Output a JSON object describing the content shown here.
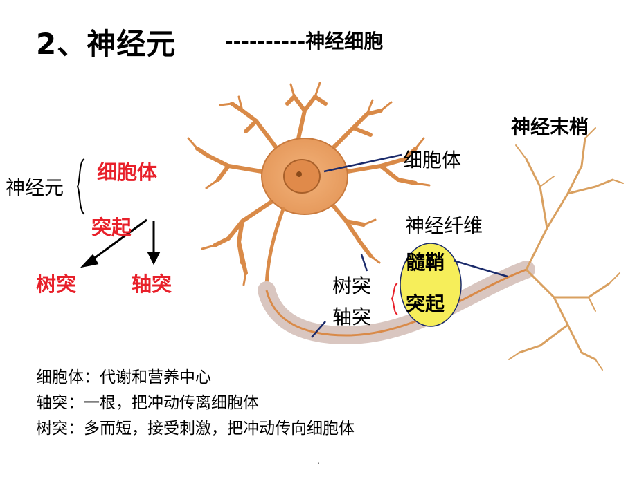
{
  "title": "2、神经元",
  "subtitle": "----------神经细胞",
  "left_tree": {
    "root": "神经元",
    "branch_top": "细胞体",
    "branch_bottom": "突起",
    "leaf_left": "树突",
    "leaf_right": "轴突"
  },
  "neuron_labels": {
    "terminal": "神经末梢",
    "cell_body": "细胞体",
    "fiber": "神经纤维",
    "myelin": "髓鞘",
    "process": "突起",
    "dendrite": "树突",
    "axon": "轴突"
  },
  "descriptions": [
    "细胞体：代谢和营养中心",
    "轴突：一根，把冲动传离细胞体",
    "树突：多而短，接受刺激，把冲动传向细胞体"
  ],
  "footer_dot": ".",
  "colors": {
    "red_text": "#e8202a",
    "neuron_fill": "#e8a060",
    "neuron_stroke": "#b86a2a",
    "sheath_fill": "#e9dcd6",
    "ellipse_fill": "#f6ee5a",
    "pointer_line": "#1a2a6a"
  }
}
